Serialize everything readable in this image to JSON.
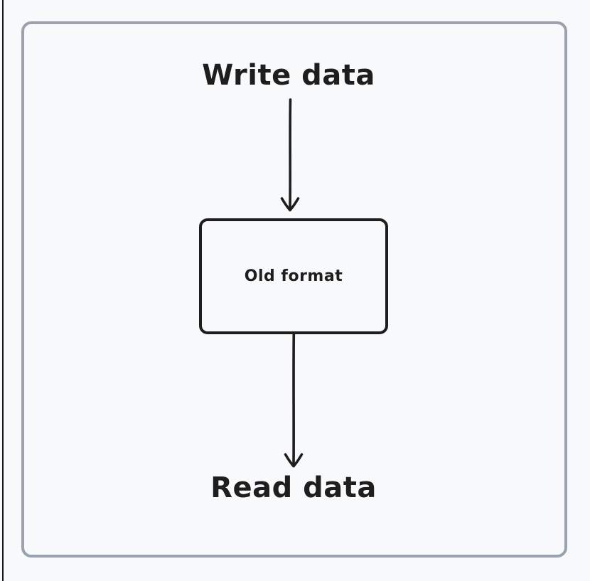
{
  "diagram": {
    "top_label": "Write data",
    "box_label": "Old format",
    "bottom_label": "Read data"
  },
  "icons": {
    "arrow_1": "arrow-down-icon",
    "arrow_2": "arrow-down-icon"
  },
  "colors": {
    "background": "#f8f9fb",
    "frame_border": "#9aa2ad",
    "ink": "#1e1e1e",
    "left_edge_line": "#15151a"
  }
}
